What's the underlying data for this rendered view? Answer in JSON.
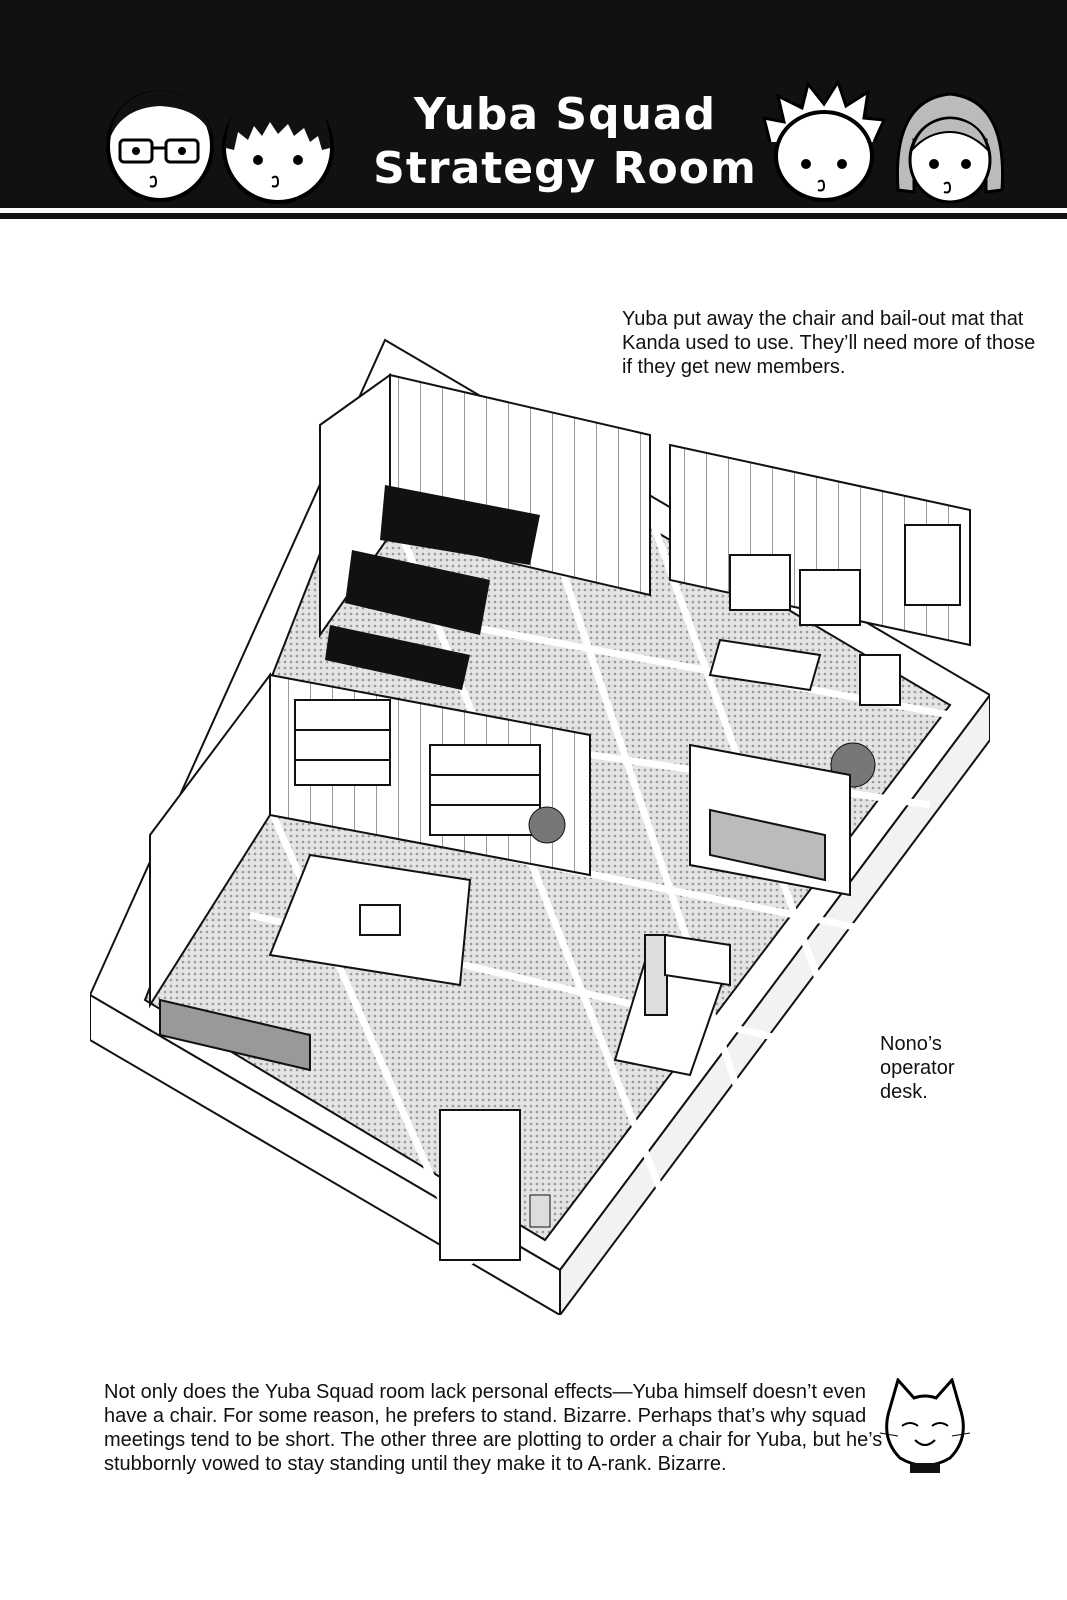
{
  "header": {
    "title_line1": "Yuba Squad",
    "title_line2": "Strategy Room"
  },
  "captions": {
    "top_note": "Yuba put away the chair and bail-out mat that Kanda used to use. They’ll need more of those if they get new members.",
    "nono_note": "Nono’s operator desk.",
    "bottom_note": "Not only does the Yuba Squad room lack personal effects—Yuba himself doesn’t even have a chair. For some reason, he prefers to stand. Bizarre. Perhaps that’s why squad meetings tend to be short. The other three are plotting to order a chair for Yuba, but he’s stubbornly vowed to stay standing until they make it to A-rank. Bizarre."
  },
  "colors": {
    "ink": "#111111",
    "paper": "#ffffff",
    "screentone": "#cfcfcf"
  }
}
